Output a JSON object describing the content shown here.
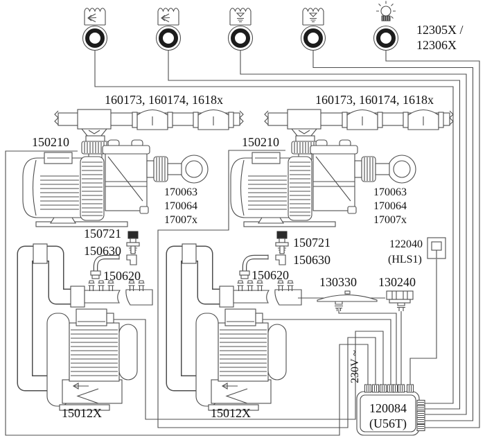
{
  "diagram_type": "spa-plumbing-and-wiring-parts-diagram",
  "colors": {
    "line": "#4d4d4d",
    "text": "#111111",
    "background": "#ffffff",
    "valve_cap": "#2a2a2a",
    "bulb_base": "#888888"
  },
  "icons": {
    "jet": "jet-nozzle-icon",
    "level": "water-level-icon",
    "bulb": "light-icon",
    "fitting": "wall-fitting-circle",
    "mains_wave": "sine-wave"
  },
  "labels": {
    "fittings": [
      "12305X /",
      "12306X"
    ],
    "manifold": [
      "160173, 160174, 1618x",
      "160173, 160174, 1618x"
    ],
    "pump_top": [
      "150210",
      "150210"
    ],
    "hose": [
      [
        "170063",
        "170064",
        "17007x"
      ],
      [
        "170063",
        "170064",
        "17007x"
      ]
    ],
    "air_valve": [
      "150721",
      "150721"
    ],
    "elbow": [
      "150630",
      "150630"
    ],
    "barb_manifold": [
      "150620",
      "150620"
    ],
    "pump_bottom": [
      "15012X",
      "15012X"
    ],
    "light_lens": "130330",
    "switch": "130240",
    "level_sensor": [
      "122040",
      "(HLS1)"
    ],
    "mains": "230V ~",
    "controller": [
      "120084",
      "(U56T)"
    ]
  }
}
